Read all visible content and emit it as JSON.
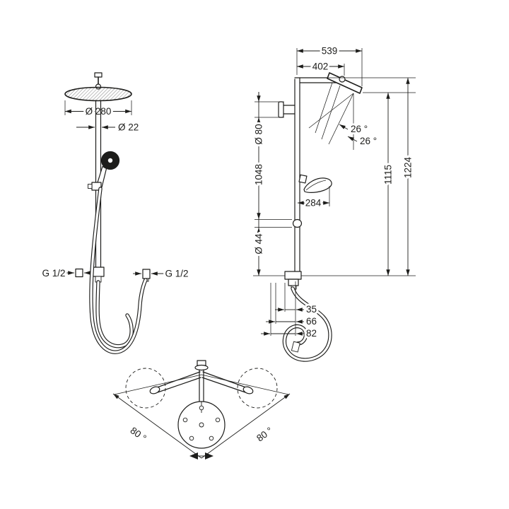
{
  "drawing": {
    "background": "#ffffff",
    "ink": "#1d1d1b"
  },
  "front_view": {
    "head_diameter": "Ø 280",
    "pipe_diameter": "Ø 22",
    "connection_left": "G 1/2",
    "connection_right": "G 1/2"
  },
  "side_view": {
    "width_total": "539",
    "arm_projection": "402",
    "spray_angle_upper": "26 °",
    "spray_angle_lower": "26 °",
    "flange_diameter": "Ø 80",
    "riser_height": "1048",
    "handshower_reach": "284",
    "hose_diameter": "Ø 44",
    "height_to_head": "1115",
    "height_total": "1224",
    "offset_a": "35",
    "offset_b": "66",
    "offset_c": "82"
  },
  "top_view": {
    "swivel_left": "80 °",
    "swivel_right": "80 °"
  }
}
